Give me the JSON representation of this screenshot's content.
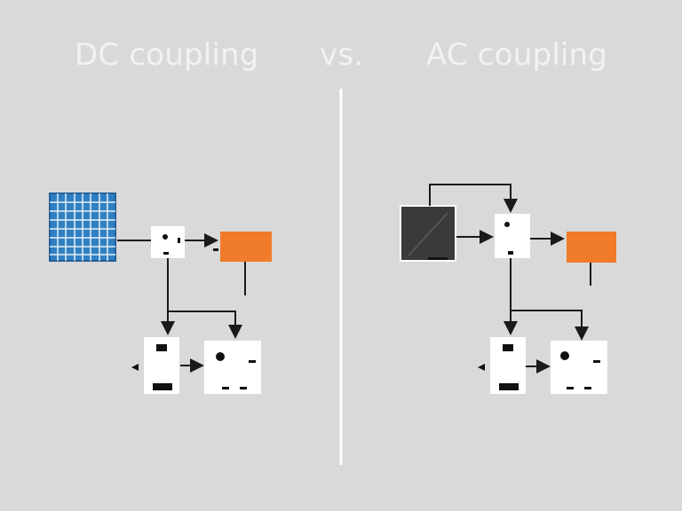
{
  "titles": {
    "left": "DC coupling",
    "vs": "vs.",
    "right": "AC coupling"
  },
  "colors": {
    "background": "#d9d9d9",
    "title_text": "#f2f2f2",
    "divider": "#ffffff",
    "solar_panel": "#2f7fc1",
    "battery": "#f07b2a",
    "ac_source": "#3a3a3a",
    "device": "#ffffff",
    "line": "#1a1a1a"
  },
  "icons": {
    "left_source": "solar-panel-icon",
    "right_source": "dark-panel-icon",
    "inverter": "inverter-icon",
    "battery": "battery-icon",
    "meter": "meter-icon"
  }
}
